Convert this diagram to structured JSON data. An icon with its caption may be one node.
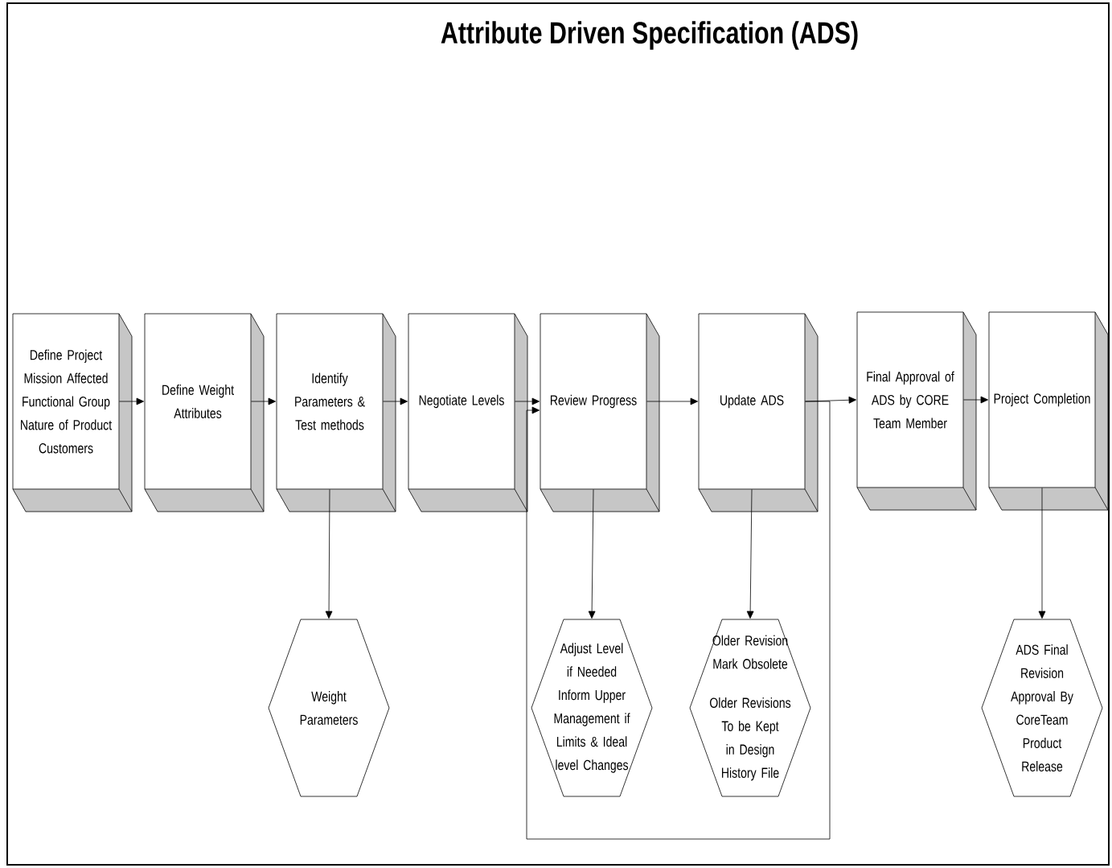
{
  "diagram": {
    "title": "Attribute Driven Specification  (ADS)",
    "nodes": [
      {
        "text": [
          "Define Project Mission Affected Functional Group Nature of Product Customers"
        ]
      },
      {
        "text": [
          "Define Weight Attributes"
        ]
      },
      {
        "text": [
          "Identify Parameters & Test methods"
        ]
      },
      {
        "text": [
          "Negotiate Levels"
        ]
      },
      {
        "text": [
          "Review Progress"
        ]
      },
      {
        "text": [
          "Update ADS"
        ]
      },
      {
        "text": [
          "Final Approval of ADS by CORE Team Member"
        ]
      },
      {
        "text": [
          "Project Completion"
        ]
      },
      {
        "text": [
          "Weight Parameters"
        ]
      },
      {
        "text": [
          "Adjust Level if Needed Inform Upper Management if Limits & Ideal level Changes"
        ]
      },
      {
        "text": [
          "Older Revision Mark Obsolete",
          "Older Revisions To be Kept in Design History File"
        ]
      },
      {
        "text": [
          "ADS Final Revision Approval By CoreTeam Product Release"
        ]
      }
    ],
    "edges": [
      {
        "from": 0,
        "to": 1,
        "arrow": "to"
      },
      {
        "from": 1,
        "to": 2,
        "arrow": "to"
      },
      {
        "from": 2,
        "to": 3,
        "arrow": "to"
      },
      {
        "from": 3,
        "to": 4,
        "arrow": "to"
      },
      {
        "from": 4,
        "to": 5,
        "arrow": "to"
      },
      {
        "from": 5,
        "to": 6,
        "arrow": "to"
      },
      {
        "from": 6,
        "to": 7,
        "arrow": "to"
      },
      {
        "from": 2,
        "to": 8,
        "arrow": "to"
      },
      {
        "from": 4,
        "to": 9,
        "arrow": "to"
      },
      {
        "from": 5,
        "to": 10,
        "arrow": "to"
      },
      {
        "from": 7,
        "to": 11,
        "arrow": "to"
      },
      {
        "from": 5,
        "to": 4,
        "arrow": "to"
      }
    ]
  }
}
